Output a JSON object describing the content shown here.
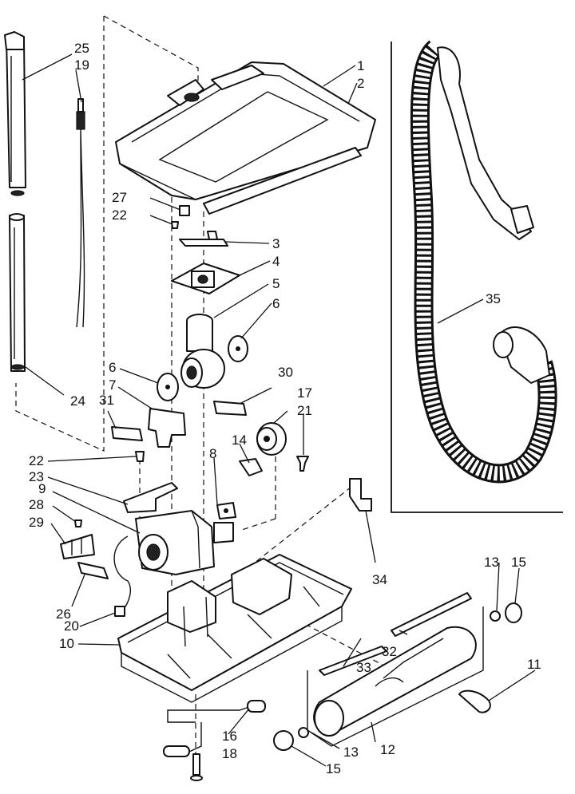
{
  "callouts": [
    {
      "id": "c1",
      "text": "1"
    },
    {
      "id": "c2",
      "text": "2"
    },
    {
      "id": "c3",
      "text": "3"
    },
    {
      "id": "c4",
      "text": "4"
    },
    {
      "id": "c5",
      "text": "5"
    },
    {
      "id": "c6a",
      "text": "6"
    },
    {
      "id": "c6b",
      "text": "6"
    },
    {
      "id": "c7",
      "text": "7"
    },
    {
      "id": "c8",
      "text": "8"
    },
    {
      "id": "c9",
      "text": "9"
    },
    {
      "id": "c10",
      "text": "10"
    },
    {
      "id": "c11",
      "text": "11"
    },
    {
      "id": "c12",
      "text": "12"
    },
    {
      "id": "c13a",
      "text": "13"
    },
    {
      "id": "c13b",
      "text": "13"
    },
    {
      "id": "c14",
      "text": "14"
    },
    {
      "id": "c15a",
      "text": "15"
    },
    {
      "id": "c15b",
      "text": "15"
    },
    {
      "id": "c16",
      "text": "16"
    },
    {
      "id": "c17",
      "text": "17"
    },
    {
      "id": "c18",
      "text": "18"
    },
    {
      "id": "c19",
      "text": "19"
    },
    {
      "id": "c20",
      "text": "20"
    },
    {
      "id": "c21",
      "text": "21"
    },
    {
      "id": "c22a",
      "text": "22"
    },
    {
      "id": "c22b",
      "text": "22"
    },
    {
      "id": "c23",
      "text": "23"
    },
    {
      "id": "c24",
      "text": "24"
    },
    {
      "id": "c25",
      "text": "25"
    },
    {
      "id": "c26",
      "text": "26"
    },
    {
      "id": "c27",
      "text": "27"
    },
    {
      "id": "c28",
      "text": "28"
    },
    {
      "id": "c29",
      "text": "29"
    },
    {
      "id": "c30",
      "text": "30"
    },
    {
      "id": "c31",
      "text": "31"
    },
    {
      "id": "c32",
      "text": "32"
    },
    {
      "id": "c33",
      "text": "33"
    },
    {
      "id": "c34",
      "text": "34"
    },
    {
      "id": "c35",
      "text": "35"
    }
  ]
}
